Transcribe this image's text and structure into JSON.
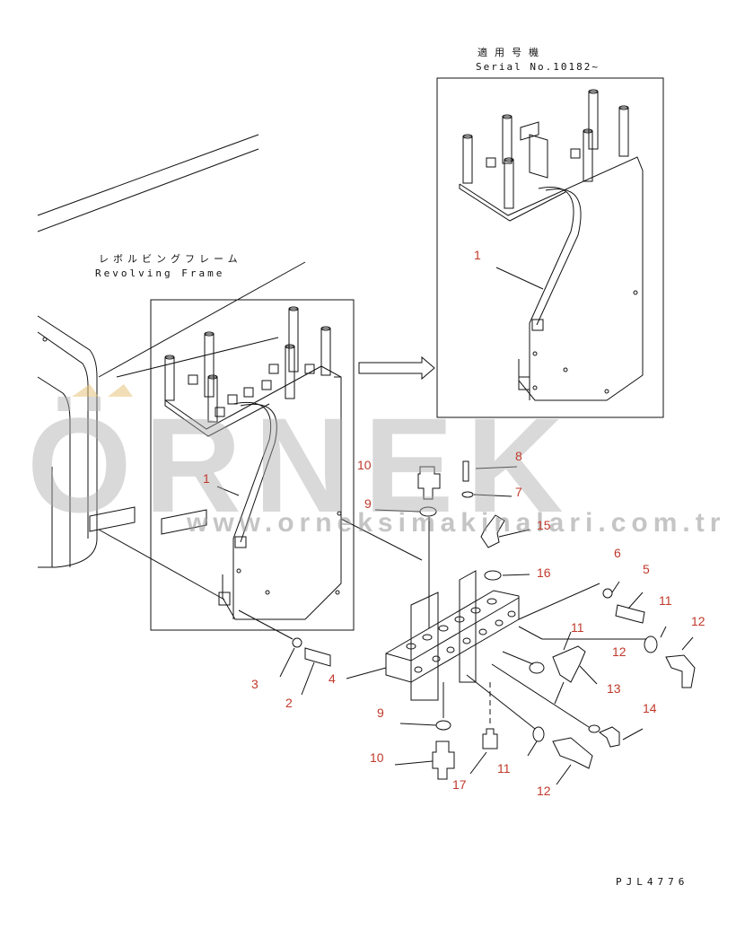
{
  "header": {
    "applicable_jp": "適用号機",
    "serial": "Serial No.10182~"
  },
  "frame_label": {
    "jp": "レボルビングフレーム",
    "en": "Revolving Frame"
  },
  "drawing_code": "PJL4776",
  "watermark": {
    "brand": "ÖRNEK",
    "site": "www.orneksimakinalari.com.tr"
  },
  "callouts": {
    "c1_top": "1",
    "c1_main": "1",
    "c2": "2",
    "c3": "3",
    "c4": "4",
    "c5": "5",
    "c6": "6",
    "c7": "7",
    "c8": "8",
    "c9_top": "9",
    "c9_bot": "9",
    "c10_top": "10",
    "c10_bot": "10",
    "c11_a": "11",
    "c11_b": "11",
    "c11_c": "11",
    "c12_a": "12",
    "c12_b": "12",
    "c12_c": "12",
    "c13": "13",
    "c14": "14",
    "c15": "15",
    "c16": "16",
    "c17": "17"
  },
  "colors": {
    "line": "#111111",
    "callout": "#c0392b",
    "watermark": "#bbbbbb"
  }
}
